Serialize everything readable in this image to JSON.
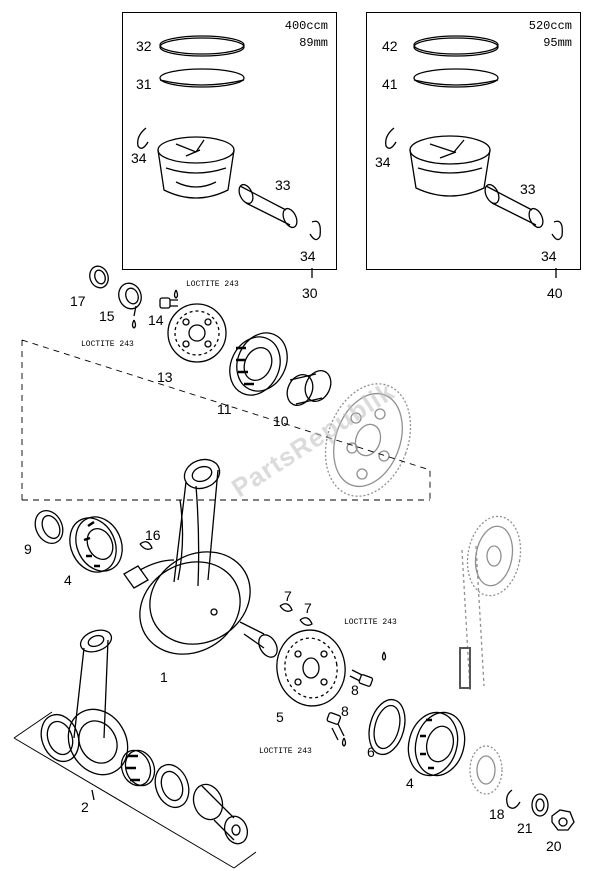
{
  "diagram": {
    "kit_400": {
      "spec_cc": "400ccm",
      "spec_bore": "89mm",
      "kit_label": "30",
      "ring_top": "32",
      "ring_bottom": "31",
      "circlip_left": "34",
      "pin": "33",
      "circlip_right": "34"
    },
    "kit_520": {
      "spec_cc": "520ccm",
      "spec_bore": "95mm",
      "kit_label": "40",
      "ring_top": "42",
      "ring_bottom": "41",
      "circlip_left": "34",
      "pin": "33",
      "circlip_right": "34"
    },
    "callouts": {
      "c17": "17",
      "c15": "15",
      "c14": "14",
      "c13": "13",
      "c11": "11",
      "c10": "10",
      "c9": "9",
      "c4a": "4",
      "c16": "16",
      "c1": "1",
      "c7a": "7",
      "c7b": "7",
      "c2": "2",
      "c5": "5",
      "c8a": "8",
      "c8b": "8",
      "c6": "6",
      "c4b": "4",
      "c18": "18",
      "c21": "21",
      "c20": "20"
    },
    "loctite": {
      "l1": "LOCTITE 243",
      "l2": "LOCTITE 243",
      "l3": "LOCTITE 243",
      "l4": "LOCTITE 243"
    },
    "watermark": "PartsRepublik"
  },
  "colors": {
    "line": "#000000",
    "ghost": "#9a9a9a",
    "watermark": "#bdbdbd"
  }
}
